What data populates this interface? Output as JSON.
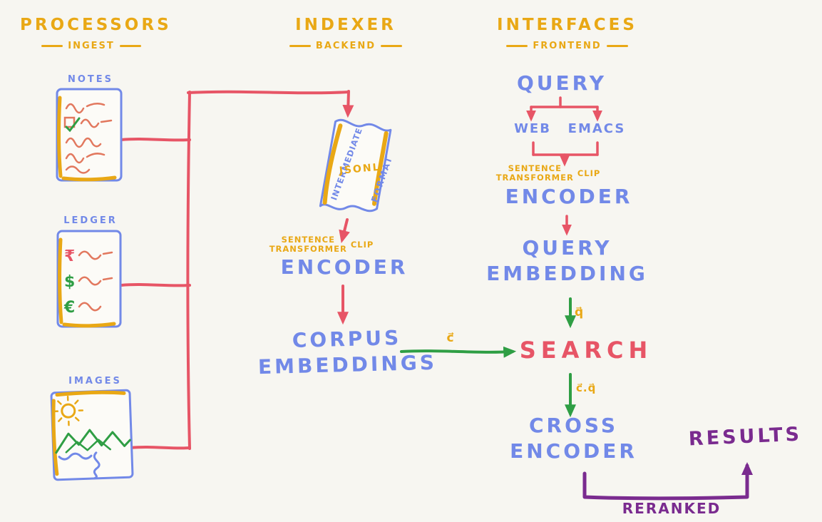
{
  "colors": {
    "bg": "#f7f6f1",
    "yellow": "#e9a815",
    "blue": "#7289e8",
    "red": "#e75566",
    "salmon": "#e2785e",
    "green": "#2f9e44",
    "purple": "#7a2b8f"
  },
  "headers": {
    "processors": {
      "title": "PROCESSORS",
      "subtitle": "INGEST"
    },
    "indexer": {
      "title": "INDEXER",
      "subtitle": "BACKEND"
    },
    "interfaces": {
      "title": "INTERFACES",
      "subtitle": "FRONTEND"
    }
  },
  "cards": {
    "notes": {
      "label": "NOTES"
    },
    "ledger": {
      "label": "LEDGER",
      "rupee": "₹",
      "dollar": "$",
      "euro": "€"
    },
    "images": {
      "label": "IMAGES"
    }
  },
  "pipeline": {
    "scroll": {
      "left": "INTERMEDIATE",
      "center": "JSONL",
      "right": "FORMAT"
    },
    "model": {
      "line1": "SENTENCE",
      "line2": "TRANSFORMER",
      "clip": "CLIP"
    },
    "encoder": "ENCODER",
    "corpus": {
      "line1": "CORPUS",
      "line2": "EMBEDDINGS"
    }
  },
  "frontend": {
    "query": "QUERY",
    "web": "WEB",
    "emacs": "EMACS",
    "model": {
      "line1": "SENTENCE",
      "line2": "TRANSFORMER",
      "clip": "CLIP"
    },
    "encoder": "ENCODER",
    "query_embedding": {
      "line1": "QUERY",
      "line2": "EMBEDDING"
    },
    "search": "SEARCH",
    "cross_encoder": {
      "line1": "CROSS",
      "line2": "ENCODER"
    },
    "results": "RESULTS",
    "reranked": "RERANKED"
  },
  "edge_labels": {
    "corpus_vector": "c⃗",
    "query_vector": "q⃗",
    "similarity": "c⃗.q⃗"
  },
  "icons": {
    "sun": "sun",
    "mountains": "mountains",
    "river": "river",
    "checkbox": "checkbox-with-checkmark",
    "scroll": "jsonl-scroll-document"
  }
}
